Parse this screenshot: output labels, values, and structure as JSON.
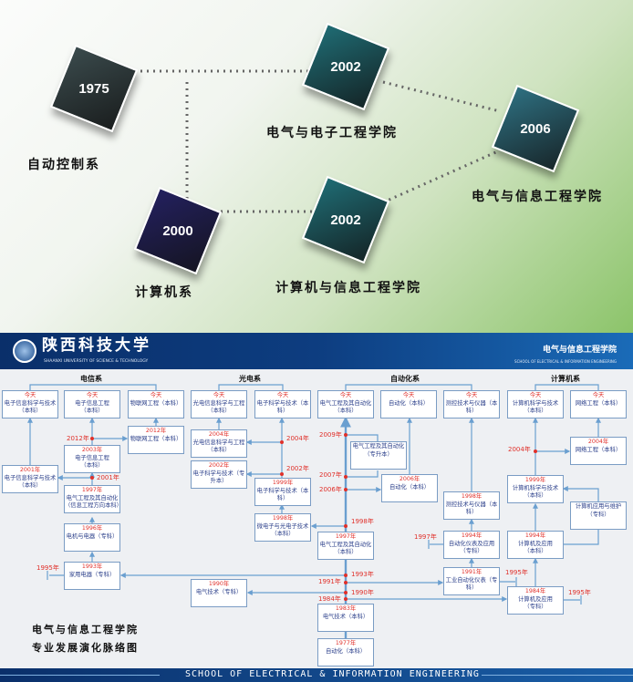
{
  "top": {
    "tiles": [
      {
        "year": "1975",
        "label": "自动控制系",
        "color": "#3a4a4c"
      },
      {
        "year": "2002",
        "label": "电气与电子工程学院",
        "color": "#1f6b73"
      },
      {
        "year": "2006",
        "label": "电气与信息工程学院",
        "color": "#2e6f80"
      },
      {
        "year": "2000",
        "label": "计算机系",
        "color": "#23205e"
      },
      {
        "year": "2002",
        "label": "计算机与信息工程学院",
        "color": "#1f6b73"
      }
    ]
  },
  "header": {
    "university_cn": "陕西科技大学",
    "university_en": "SHAANXI UNIVERSITY OF SCIENCE & TECHNOLOGY",
    "school_cn": "电气与信息工程学院",
    "school_en": "SCHOOL OF ELECTRICAL & INFORMATION ENGINEERING"
  },
  "departments": [
    "电信系",
    "光电系",
    "自动化系",
    "计算机系"
  ],
  "boxes": [
    {
      "year": "今天",
      "name": "电子信息科学与技术",
      "degree": "（本科）"
    },
    {
      "year": "今天",
      "name": "电子信息工程",
      "degree": "（本科）"
    },
    {
      "year": "今天",
      "name": "物联网工程",
      "degree": "（本科）"
    },
    {
      "year": "2012年",
      "name": "物联网工程",
      "degree": "（本科）"
    },
    {
      "year": "2003年",
      "name": "电子信息工程",
      "degree": "（本科）"
    },
    {
      "year": "2001年",
      "name": "电子信息科学与技术",
      "degree": "（本科）"
    },
    {
      "year": "1997年",
      "name": "电气工程及其自动化",
      "degree": "（信息工程方向本科）"
    },
    {
      "year": "1996年",
      "name": "电机与电器",
      "degree": "（专科）"
    },
    {
      "year": "1993年",
      "name": "家用电器",
      "degree": "（专科）"
    },
    {
      "year": "1990年",
      "name": "电气技术",
      "degree": "（专科）"
    },
    {
      "year": "今天",
      "name": "光电信息科学与工程",
      "degree": "（本科）"
    },
    {
      "year": "今天",
      "name": "电子科学与技术",
      "degree": "（本科）"
    },
    {
      "year": "2004年",
      "name": "光电信息科学与工程",
      "degree": "（本科）"
    },
    {
      "year": "2002年",
      "name": "电子科学与技术",
      "degree": "（专升本）"
    },
    {
      "year": "1999年",
      "name": "电子科学与技术",
      "degree": "（本科）"
    },
    {
      "year": "1998年",
      "name": "微电子与光电子技术",
      "degree": "（本科）"
    },
    {
      "year": "今天",
      "name": "电气工程及其自动化",
      "degree": "（本科）"
    },
    {
      "year": "今天",
      "name": "自动化",
      "degree": "（本科）"
    },
    {
      "year": "今天",
      "name": "测控技术与仪器",
      "degree": "（本科）"
    },
    {
      "year": "",
      "name": "电气工程及其自动化",
      "degree": "（专升本）"
    },
    {
      "year": "2006年",
      "name": "自动化",
      "degree": "（本科）"
    },
    {
      "year": "1998年",
      "name": "测控技术与仪器",
      "degree": "（本科）"
    },
    {
      "year": "1997年",
      "name": "电气工程及其自动化",
      "degree": "（本科）"
    },
    {
      "year": "1994年",
      "name": "自动化仪表及应用",
      "degree": "（专科）"
    },
    {
      "year": "1991年",
      "name": "工业自动化仪表",
      "degree": "（专科）"
    },
    {
      "year": "1983年",
      "name": "电气技术",
      "degree": "（本科）"
    },
    {
      "year": "1977年",
      "name": "自动化",
      "degree": "（本科）"
    },
    {
      "year": "今天",
      "name": "计算机科学与技术",
      "degree": "（本科）"
    },
    {
      "year": "今天",
      "name": "网络工程",
      "degree": "（本科）"
    },
    {
      "year": "2004年",
      "name": "网络工程",
      "degree": "（本科）"
    },
    {
      "year": "1999年",
      "name": "计算机科学与技术",
      "degree": "（本科）"
    },
    {
      "year": "",
      "name": "计算机应用与维护",
      "degree": "（专科）"
    },
    {
      "year": "1994年",
      "name": "计算机及应用",
      "degree": "（本科）"
    },
    {
      "year": "1984年",
      "name": "计算机及应用",
      "degree": "（专科）"
    }
  ],
  "year_markers": [
    "2012年",
    "2001年",
    "2004年",
    "2002年",
    "2009年",
    "2007年",
    "2006年",
    "1998年",
    "1993年",
    "1991年",
    "1990年",
    "1984年",
    "1997年",
    "1995年",
    "1995年",
    "2004年",
    "1995年"
  ],
  "diagram_title": [
    "电气与信息工程学院",
    "专业发展演化脉络图"
  ],
  "colors": {
    "year_red": "#e0302a",
    "line_blue": "#6a9fd0",
    "box_text": "#2b3f8a"
  }
}
